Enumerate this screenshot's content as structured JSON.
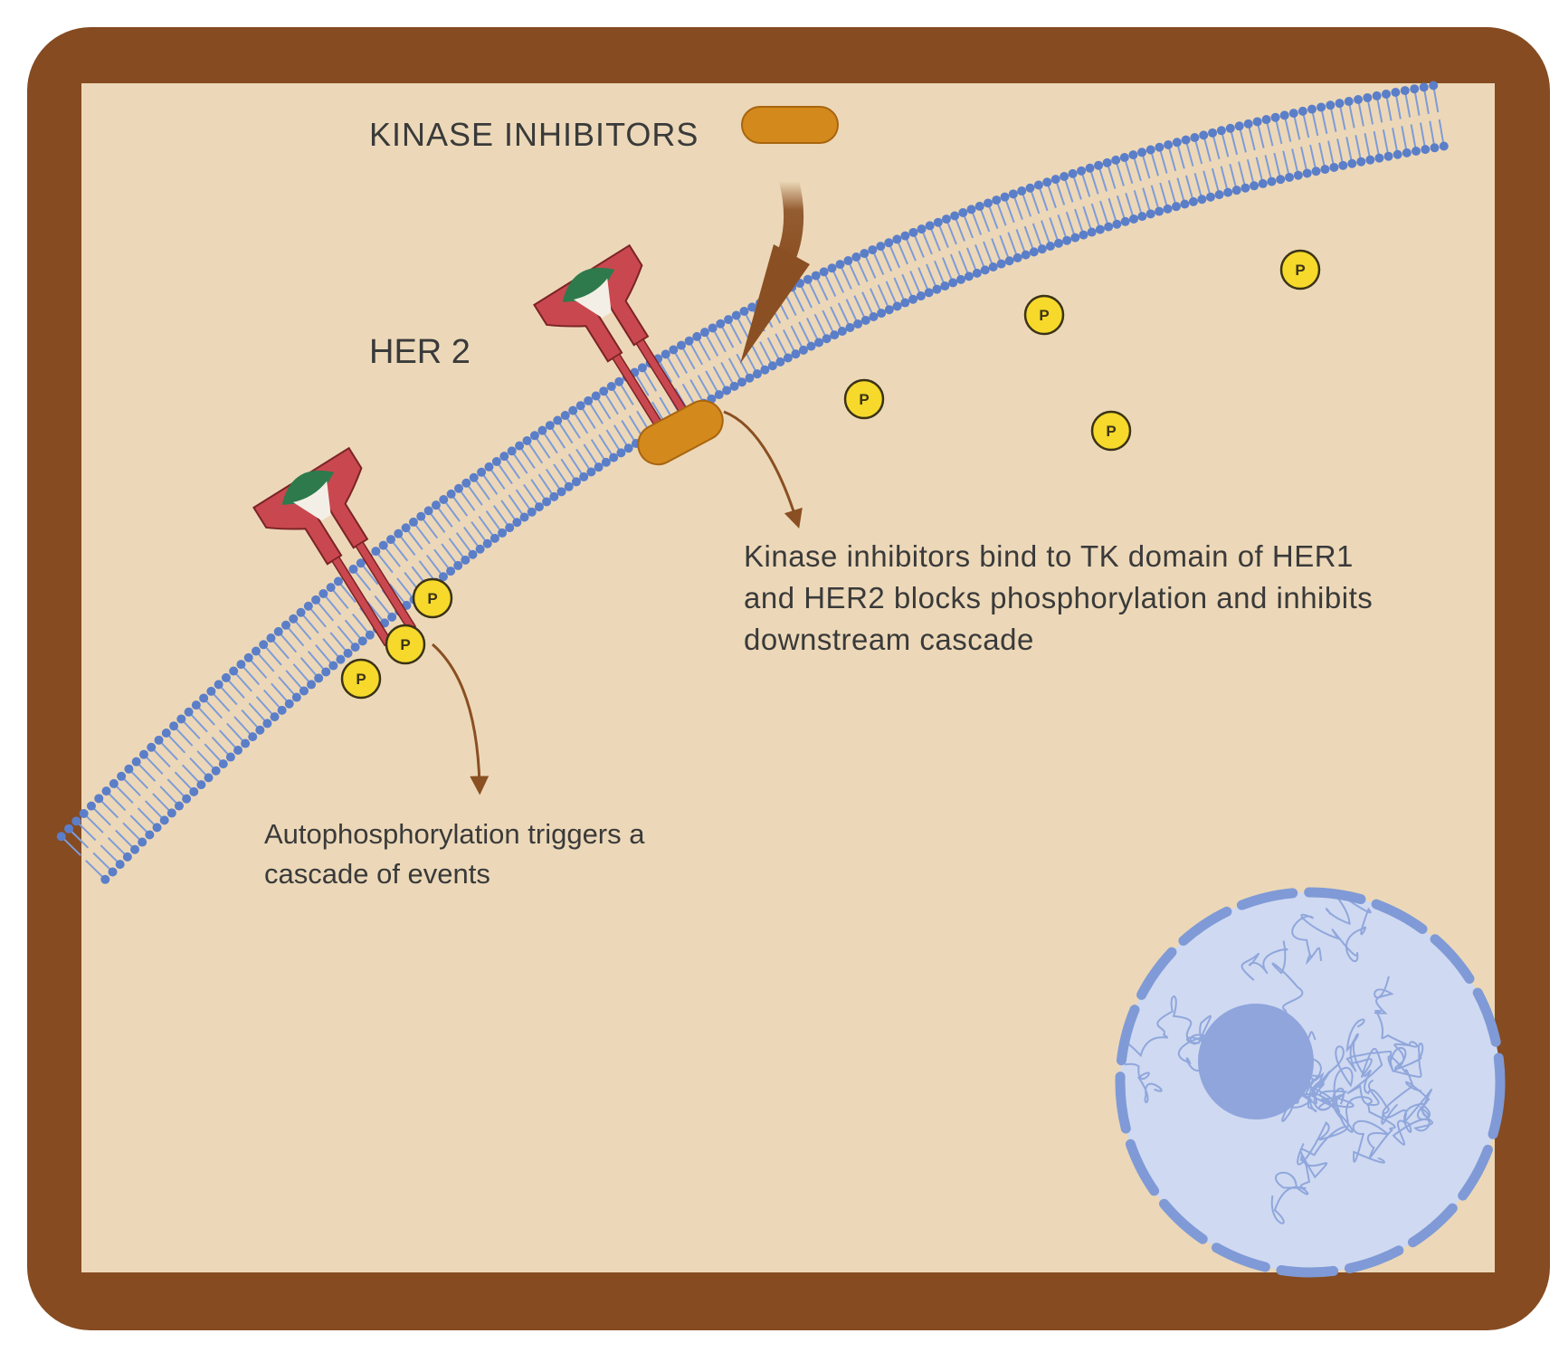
{
  "colors": {
    "frame": "#864b21",
    "cytoplasm": "#ecd8b8",
    "membrane": "#5b7ec9",
    "receptor": "#c9484f",
    "receptor_outline": "#7b2326",
    "binding_pocket": "#2e7a4c",
    "inhibitor": "#d3891c",
    "phosphate": "#f6d92b",
    "arrow": "#8a4f22",
    "nucleus": "#cfd9f1",
    "nucleus_envelope": "#7f9ad6",
    "nucleolus": "#8fa5dc"
  },
  "labels": {
    "kinase_inhibitors": "KINASE  INHIBITORS",
    "her2": "HER 2",
    "inhibitor_note_lines": [
      "Kinase inhibitors bind to TK domain of HER1",
      "and HER2 blocks phosphorylation and inhibits",
      "downstream cascade"
    ],
    "autophosphorylation_note_lines": [
      "Autophosphorylation triggers a",
      "cascade of events"
    ],
    "phosphate_symbol": "P"
  },
  "icons": {
    "receptor": "her2-receptor-icon",
    "inhibitor": "kinase-inhibitor-pill-icon",
    "phosphate": "phosphate-icon",
    "nucleus": "nucleus-icon",
    "membrane": "cell-membrane-icon"
  }
}
